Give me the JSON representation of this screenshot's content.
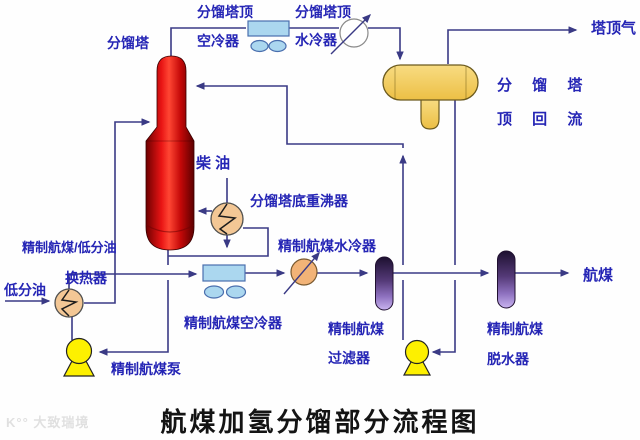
{
  "title": "航煤加氢分馏部分流程图",
  "watermark": {
    "mark": "K°°",
    "text": "大致瑞境"
  },
  "colors": {
    "label_blue": "#2525b5",
    "line": "#3a3a85",
    "tower_red": "#d90f0f",
    "drum_gold": "#f3cd62",
    "pump_yellow": "#fdf000",
    "cooler_blue": "#abd7ef",
    "exchanger_tan": "#f3c795",
    "watercooler_tan": "#f2b377",
    "vessel_purple_dark": "#241437",
    "vessel_purple_light": "#c9b4f0",
    "watercooler_white": "#ffffff",
    "title_black": "#141414"
  },
  "labels": {
    "tower": "分馏塔",
    "overhead_air_cooler_l1": "分馏塔顶",
    "overhead_air_cooler_l2": "空冷器",
    "overhead_water_cooler_l1": "分馏塔顶",
    "overhead_water_cooler_l2": "水冷器",
    "overhead_gas": "塔顶气",
    "reflux_l1": "分 馏 塔",
    "reflux_l2": "顶 回 流",
    "diesel": "柴 油",
    "reboiler": "分馏塔底重沸器",
    "heat_exchanger_l1": "精制航煤/低分油",
    "heat_exchanger_l2": "换热器",
    "low_sep_oil": "低分油",
    "jet_water_cooler": "精制航煤水冷器",
    "jet_air_cooler": "精制航煤空冷器",
    "jet_pump": "精制航煤泵",
    "filter_l1": "精制航煤",
    "filter_l2": "过滤器",
    "dehydrator_l1": "精制航煤",
    "dehydrator_l2": "脱水器",
    "jet_fuel": "航煤"
  }
}
